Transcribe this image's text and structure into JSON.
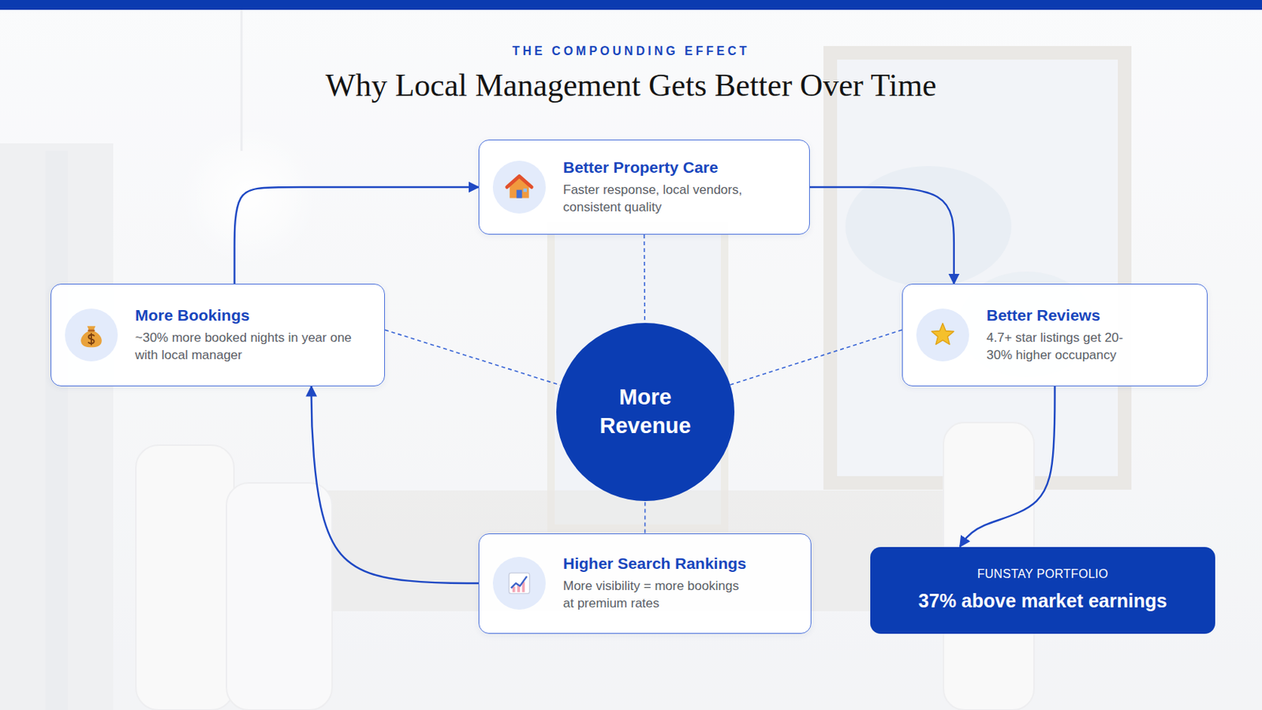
{
  "diagram": {
    "title": "Why Local Management Gets Better Over Time",
    "nodes": [
      {
        "text": [
          "Better Property Care",
          "Faster response, local vendors, consistent quality"
        ]
      },
      {
        "text": [
          "More Bookings",
          "~30% more booked nights in year one with local manager"
        ]
      },
      {
        "text": [
          "More Revenue"
        ]
      },
      {
        "text": [
          "Better Reviews",
          "4.7+ star listings get 20-30% higher occupancy"
        ]
      },
      {
        "text": [
          "Higher Search Rankings",
          "More visibility = more bookings at premium rates"
        ]
      },
      {
        "text": [
          "FUNSTAY PORTFOLIO",
          "37% above market earnings"
        ]
      }
    ],
    "edges": [
      {
        "from": 1,
        "to": 0,
        "arrow": "to"
      },
      {
        "from": 0,
        "to": 3,
        "arrow": "to"
      },
      {
        "from": 3,
        "to": 5,
        "arrow": "to"
      },
      {
        "from": 4,
        "to": 1,
        "arrow": "to"
      },
      {
        "from": 0,
        "to": 2,
        "arrow": "none"
      },
      {
        "from": 1,
        "to": 2,
        "arrow": "none"
      },
      {
        "from": 3,
        "to": 2,
        "arrow": "none"
      },
      {
        "from": 4,
        "to": 2,
        "arrow": "none"
      }
    ],
    "labels": [
      "THE COMPOUNDING EFFECT"
    ]
  }
}
